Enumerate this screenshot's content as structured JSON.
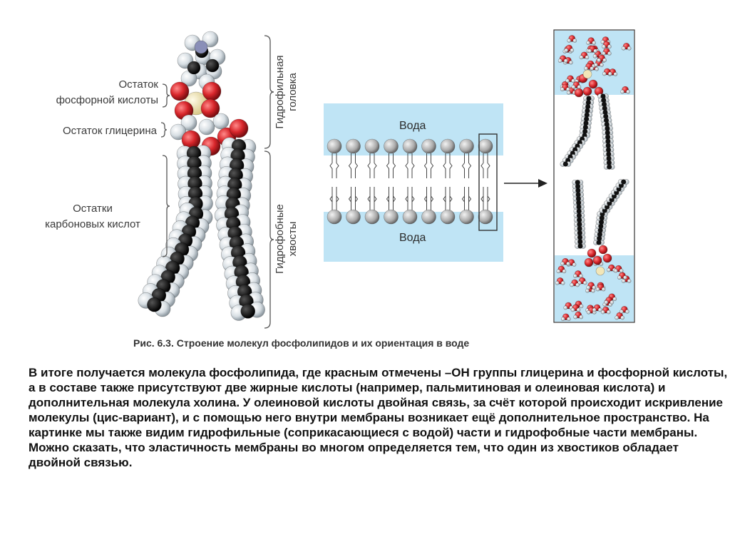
{
  "labels": {
    "phosphoric": [
      "Остаток",
      "фосфорной кислоты"
    ],
    "glycerol": "Остаток глицерина",
    "carboxylic": [
      "Остатки",
      "карбоновых кислот"
    ],
    "hydrophilic": [
      "Гидрофильная",
      "головка"
    ],
    "hydrophobic": [
      "Гидрофобные",
      "хвосты"
    ]
  },
  "bilayer": {
    "water_top": "Вода",
    "water_bottom": "Вода"
  },
  "caption": {
    "prefix": "Рис. 6.3.",
    "text": "Строение молекул фосфолипидов и их ориентация в воде"
  },
  "paragraph": "В итоге получается молекула фосфолипида, где красным отмечены –ОН группы глицерина и фосфорной кислоты, а в составе также присутствуют две жирные кислоты (например, пальмитиновая и олеиновая кислота) и дополнительная молекула холина. У олеиновой кислоты двойная связь, за счёт которой происходит искривление молекулы (цис-вариант), и с помощью него внутри мембраны возникает ещё дополнительное пространство. На картинке мы также видим гидрофильные (соприкасающиеся с водой) части и гидрофобные части мембраны. Можно сказать, что эластичность мембраны во многом определяется тем, что один из хвостиков обладает двойной связью.",
  "colors": {
    "water": "#bfe4f5",
    "oxygen": "#d8262b",
    "hydrogen": "#dde5ea",
    "carbon": "#1a1a1a",
    "phosphorus": "#f2e6b8",
    "head": "#b9b9b9"
  }
}
